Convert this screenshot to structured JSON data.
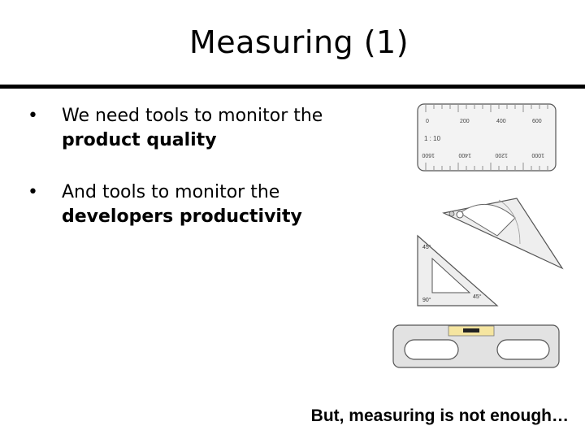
{
  "slide": {
    "title": "Measuring (1)",
    "bullets": [
      {
        "text": "We need tools to monitor the ",
        "bold": "product quality"
      },
      {
        "text": "And tools to monitor the ",
        "bold": "developers productivity"
      }
    ],
    "caption": "But, measuring is not enough…"
  },
  "ruler": {
    "scale": "1 : 10",
    "top_ticks": [
      "0",
      "200",
      "400",
      "600"
    ],
    "bottom_ticks": [
      "1600",
      "1400",
      "1200",
      "1000"
    ]
  },
  "set_square": {
    "angle_labels": [
      "45°",
      "90°",
      "45°"
    ]
  }
}
